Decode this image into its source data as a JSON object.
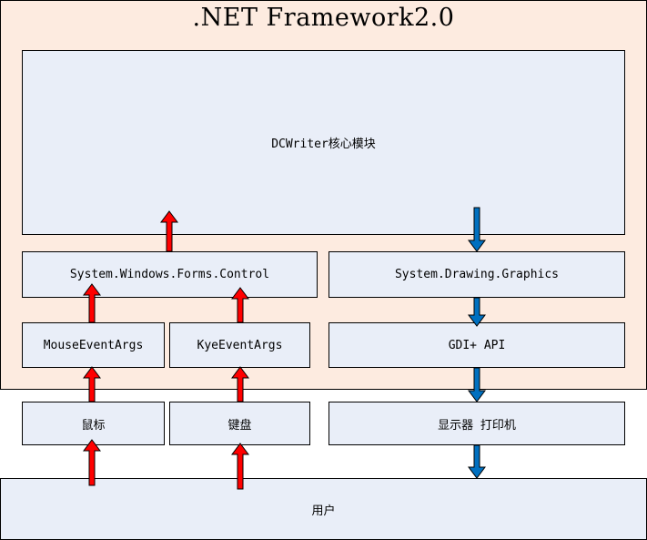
{
  "framework": {
    "title": ".NET Framework2.0"
  },
  "boxes": {
    "core": "DCWriter核心模块",
    "forms_control": "System.Windows.Forms.Control",
    "graphics": "System.Drawing.Graphics",
    "mouse_args": "MouseEventArgs",
    "key_args": "KyeEventArgs",
    "gdi_api": "GDI+ API",
    "mouse": "鼠标",
    "keyboard": "键盘",
    "output_devices": "显示器 打印机",
    "user": "用户"
  },
  "colors": {
    "frame_bg": "#fdebe0",
    "box_bg": "#e9eef8",
    "input_arrow": "#ff0000",
    "output_arrow": "#0070c0"
  }
}
